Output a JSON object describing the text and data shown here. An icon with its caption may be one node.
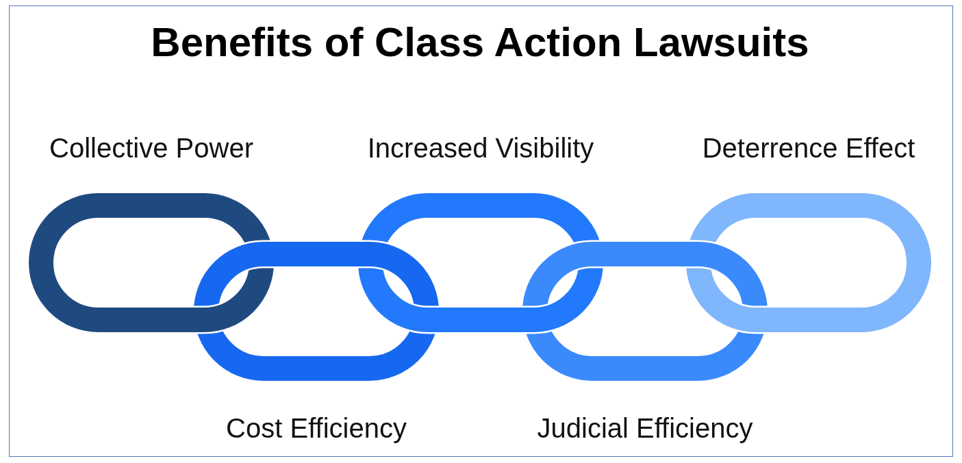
{
  "diagram": {
    "title": "Benefits of Class Action Lawsuits",
    "nodes": [
      {
        "text": [],
        "shape": "ring",
        "beside": [
          "Collective Power"
        ]
      },
      {
        "text": [],
        "shape": "ring",
        "beside": [
          "Cost Efficiency"
        ]
      },
      {
        "text": [],
        "shape": "ring",
        "beside": [
          "Increased Visibility"
        ]
      },
      {
        "text": [],
        "shape": "ring",
        "beside": [
          "Judicial Efficiency"
        ]
      },
      {
        "text": [],
        "shape": "ring",
        "beside": [
          "Deterrence Effect"
        ]
      }
    ]
  }
}
